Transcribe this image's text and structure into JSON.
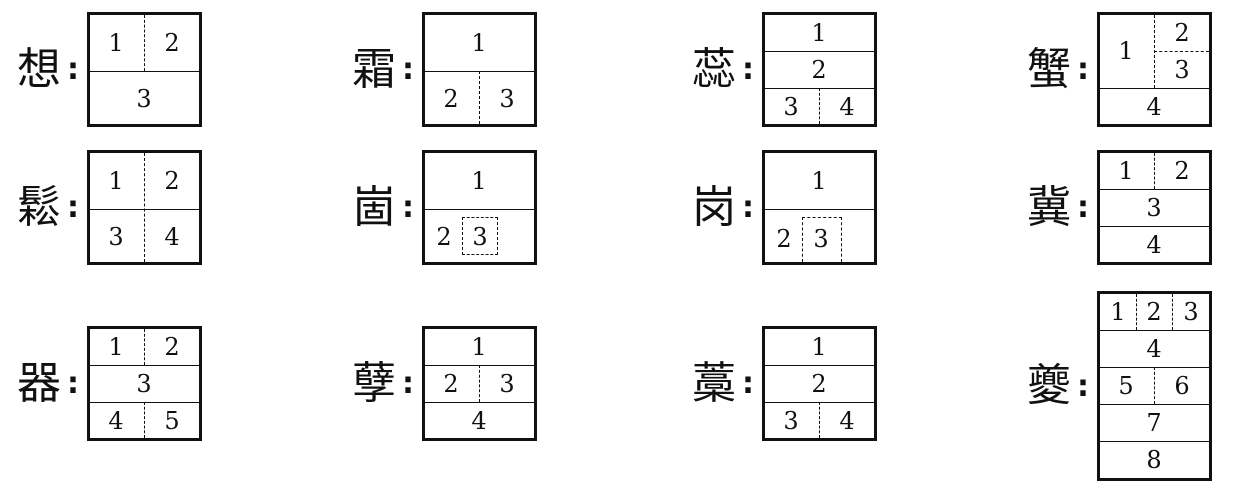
{
  "entries": [
    {
      "char": "想",
      "colon": ":",
      "nums": [
        "1",
        "2",
        "3"
      ]
    },
    {
      "char": "霜",
      "colon": ":",
      "nums": [
        "1",
        "2",
        "3"
      ]
    },
    {
      "char": "蕊",
      "colon": ":",
      "nums": [
        "1",
        "2",
        "3",
        "4"
      ]
    },
    {
      "char": "蟹",
      "colon": ":",
      "nums": [
        "1",
        "2",
        "3",
        "4"
      ]
    },
    {
      "char": "鬆",
      "colon": ":",
      "nums": [
        "1",
        "2",
        "3",
        "4"
      ]
    },
    {
      "char": "崮",
      "colon": ":",
      "nums": [
        "1",
        "2",
        "3"
      ]
    },
    {
      "char": "岗",
      "colon": ":",
      "nums": [
        "1",
        "2",
        "3"
      ]
    },
    {
      "char": "冀",
      "colon": ":",
      "nums": [
        "1",
        "2",
        "3",
        "4"
      ]
    },
    {
      "char": "器",
      "colon": ":",
      "nums": [
        "1",
        "2",
        "3",
        "4",
        "5"
      ]
    },
    {
      "char": "孽",
      "colon": ":",
      "nums": [
        "1",
        "2",
        "3",
        "4"
      ]
    },
    {
      "char": "藁",
      "colon": ":",
      "nums": [
        "1",
        "2",
        "3",
        "4"
      ]
    },
    {
      "char": "夔",
      "colon": ":",
      "nums": [
        "1",
        "2",
        "3",
        "4",
        "5",
        "6",
        "7",
        "8"
      ]
    }
  ]
}
